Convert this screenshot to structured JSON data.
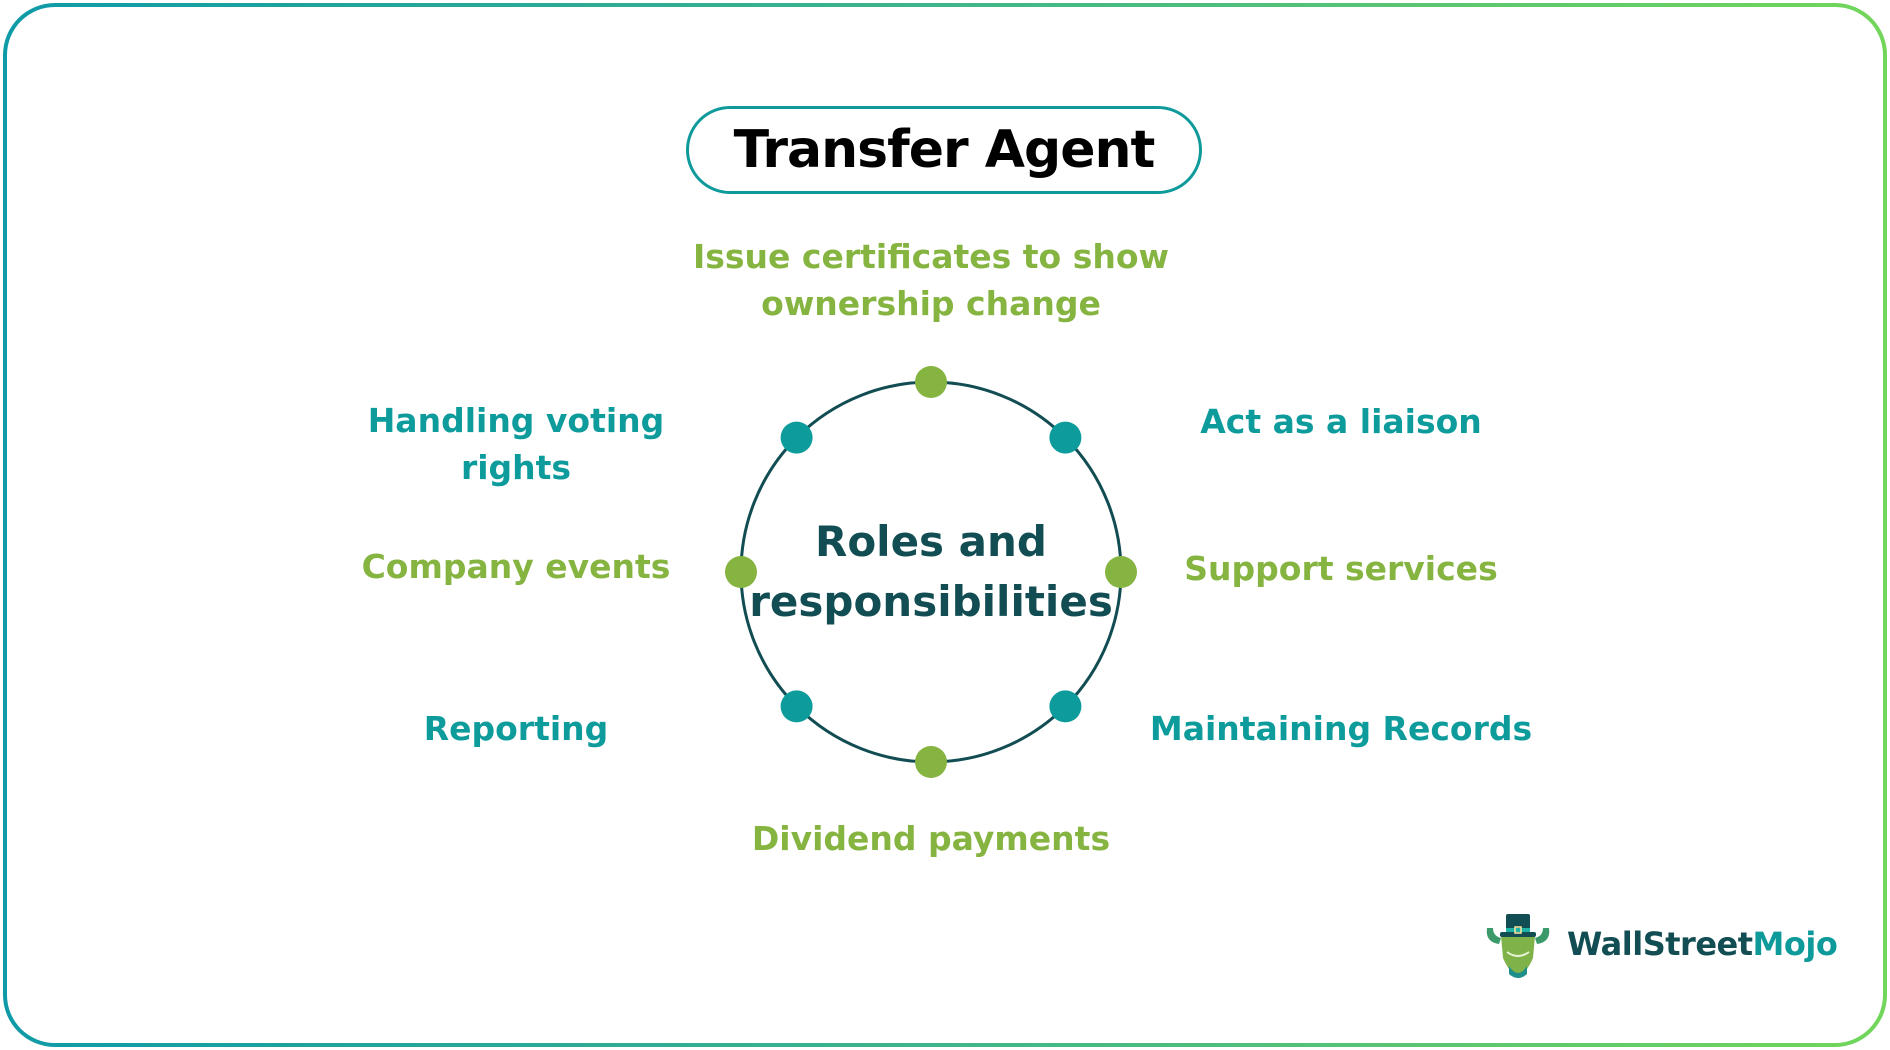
{
  "title": "Transfer Agent",
  "center": {
    "line1": "Roles and",
    "line2": "responsibilities"
  },
  "roles": [
    {
      "id": "issue-certificates",
      "line1": "Issue certificates to show",
      "line2": "ownership change",
      "color": "green"
    },
    {
      "id": "act-as-liaison",
      "line1": "Act as a liaison",
      "line2": "",
      "color": "teal"
    },
    {
      "id": "support-services",
      "line1": "Support services",
      "line2": "",
      "color": "green"
    },
    {
      "id": "maintaining-records",
      "line1": "Maintaining Records",
      "line2": "",
      "color": "teal"
    },
    {
      "id": "dividend-payments",
      "line1": "Dividend payments",
      "line2": "",
      "color": "green"
    },
    {
      "id": "reporting",
      "line1": "Reporting",
      "line2": "",
      "color": "teal"
    },
    {
      "id": "company-events",
      "line1": "Company events",
      "line2": "",
      "color": "green"
    },
    {
      "id": "handling-voting-rights",
      "line1": "Handling voting",
      "line2": "rights",
      "color": "teal"
    }
  ],
  "colors": {
    "green": "#86b440",
    "teal": "#0d9b9b",
    "dark_teal": "#114d52",
    "ring": "#114d52",
    "border_start": "#0e9aa7",
    "border_end": "#72d65a"
  },
  "logo": {
    "part1": "WallStreet",
    "part2": "Mojo",
    "icon": "bull-with-top-hat-icon"
  }
}
